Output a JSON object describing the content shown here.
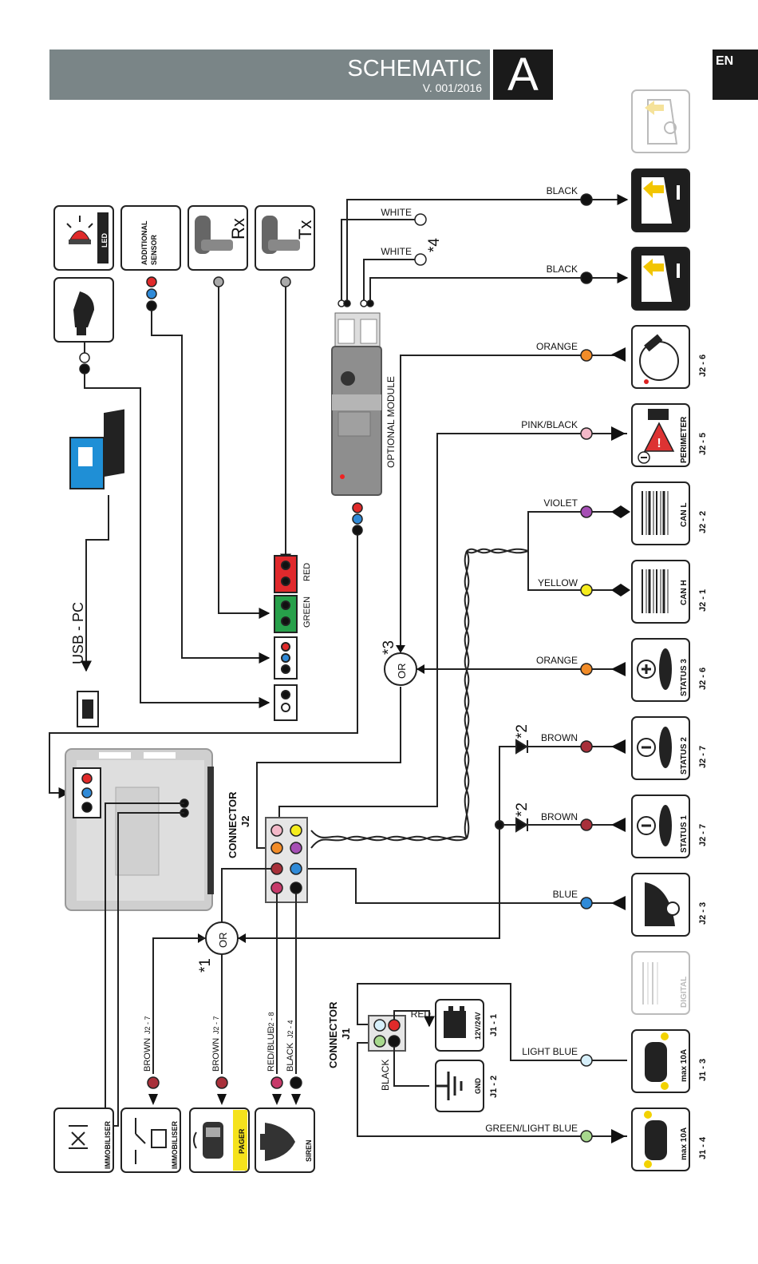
{
  "header": {
    "title": "SCHEMATIC",
    "version": "V. 001/2016",
    "section": "A",
    "lang": "EN"
  },
  "wires": {
    "black_top": "BLACK",
    "white_1": "WHITE",
    "white_2": "WHITE",
    "black_2": "BLACK",
    "orange_ign": "ORANGE",
    "pink_black": "PINK/BLACK",
    "violet": "VIOLET",
    "yellow": "YELLOW",
    "orange_st3": "ORANGE",
    "brown_st2": "BROWN",
    "brown_st1": "BROWN",
    "blue": "BLUE",
    "light_blue": "LIGHT BLUE",
    "green_light_blue": "GREEN/LIGHT BLUE",
    "red_j1": "RED",
    "black_j1": "BLACK"
  },
  "notes": {
    "n4": "*4",
    "n3": "*3",
    "n2a": "*2",
    "n2b": "*2",
    "n1": "*1"
  },
  "pins": {
    "ign": "J2 - 6",
    "perimeter": "J2 - 5",
    "canl": "J2 - 2",
    "canh": "J2 - 1",
    "st3": "J2 - 6",
    "st2": "J2 - 7",
    "st1": "J2 - 7",
    "door": "J2 - 3",
    "lamp1": "J1 - 3",
    "lamp2": "J1 - 4",
    "pwr": "J1 - 1",
    "gnd": "J1 - 2"
  },
  "devices": {
    "perimeter": "PERIMETER",
    "canl": "CAN L",
    "canh": "CAN H",
    "st3": "STATUS 3",
    "st2": "STATUS 2",
    "st1": "STATUS 1",
    "digital": "DIGITAL",
    "max1": "max 10A",
    "max2": "max 10A",
    "pwr": "12V/24V",
    "gnd": "GND",
    "led": "LED",
    "sensor_1": "ADDITIONAL",
    "sensor_2": "SENSOR",
    "rx": "Rx",
    "tx": "Tx",
    "immob": "IMMOBILISER",
    "immob2": "IMMOBILISER",
    "pager": "PAGER",
    "siren": "SIREN"
  },
  "labels": {
    "optional_module": "OPTIONAL MODULE",
    "red": "RED",
    "green": "GREEN",
    "usb": "USB - PC",
    "connector_j2a": "CONNECTOR",
    "connector_j2b": "J2",
    "connector_j1a": "CONNECTOR",
    "connector_j1b": "J1",
    "or": "OR",
    "w_brown_a": "BROWN",
    "w_brown_a_pin": "J2 - 7",
    "w_brown_b": "BROWN",
    "w_brown_b_pin": "J2 - 7",
    "w_redblue": "RED/BLUE",
    "w_redblue_pin": "J2 - 8",
    "w_black": "BLACK",
    "w_black_pin": "J2 - 4"
  }
}
